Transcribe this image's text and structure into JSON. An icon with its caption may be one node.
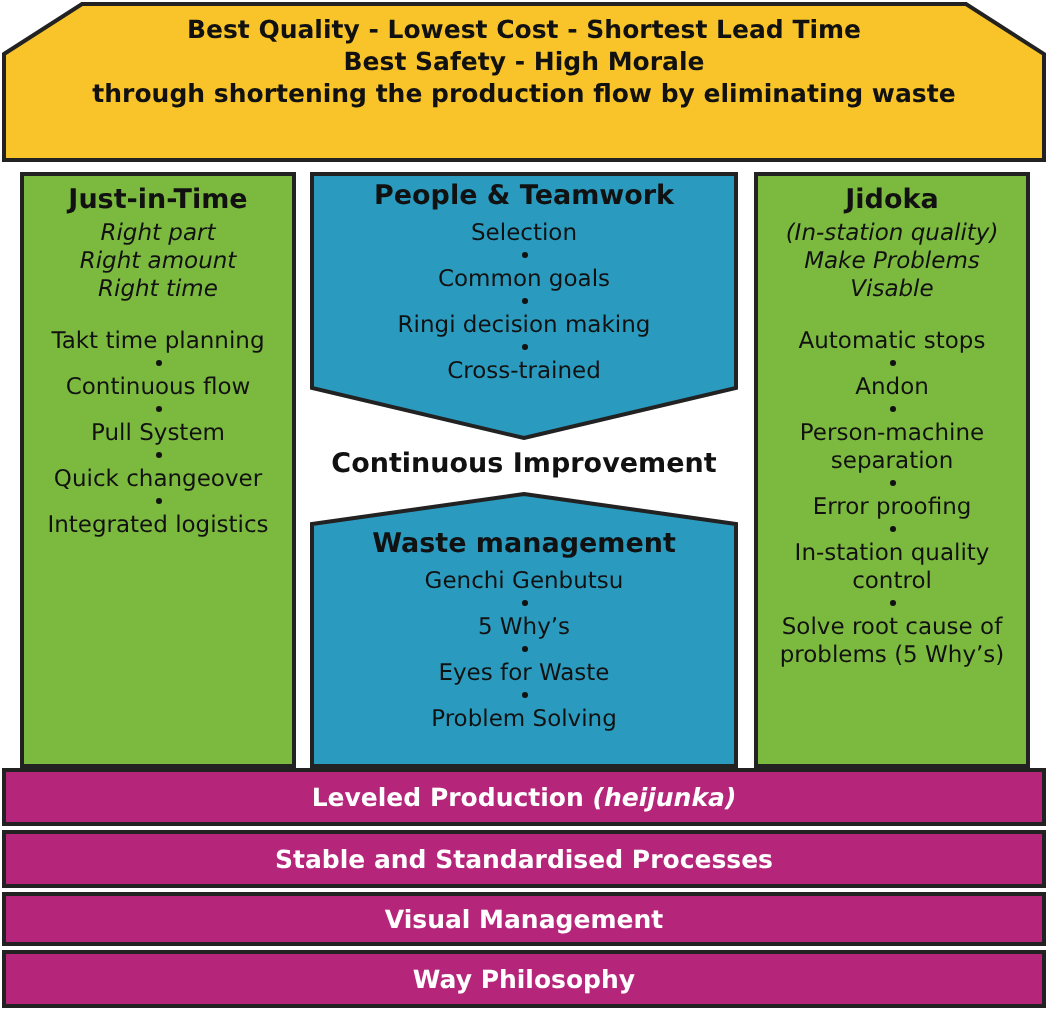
{
  "diagram": {
    "nodes": [
      {
        "text": [
          "Best Quality - Lowest Cost - Shortest Lead Time",
          "Best Safety - High Morale",
          "through shortening the production flow by eliminating waste"
        ]
      },
      {
        "text": [
          "Just-in-Time",
          "Right part",
          "Right amount",
          "Right time",
          "Takt time planning",
          "Continuous flow",
          "Pull System",
          "Quick changeover",
          "Integrated logistics"
        ]
      },
      {
        "text": [
          "People & Teamwork",
          "Selection",
          "Common goals",
          "Ringi decision making",
          "Cross-trained"
        ]
      },
      {
        "text": [
          "Waste management",
          "Genchi Genbutsu",
          "5 Why’s",
          "Eyes for Waste",
          "Problem Solving"
        ]
      },
      {
        "text": [
          "Jidoka",
          "(In-station quality)",
          "Make Problems Visable",
          "Automatic stops",
          "Andon",
          "Person-machine separation",
          "Error proofing",
          "In-station quality control",
          "Solve root cause of problems (5 Why’s)"
        ]
      },
      {
        "text": [
          "Leveled Production *(heijunka)*"
        ]
      },
      {
        "text": [
          "Stable and Standardised Processes"
        ]
      },
      {
        "text": [
          "Visual Management"
        ]
      },
      {
        "text": [
          "Way Philosophy"
        ]
      }
    ],
    "labels": [
      "Continuous Improvement"
    ]
  }
}
